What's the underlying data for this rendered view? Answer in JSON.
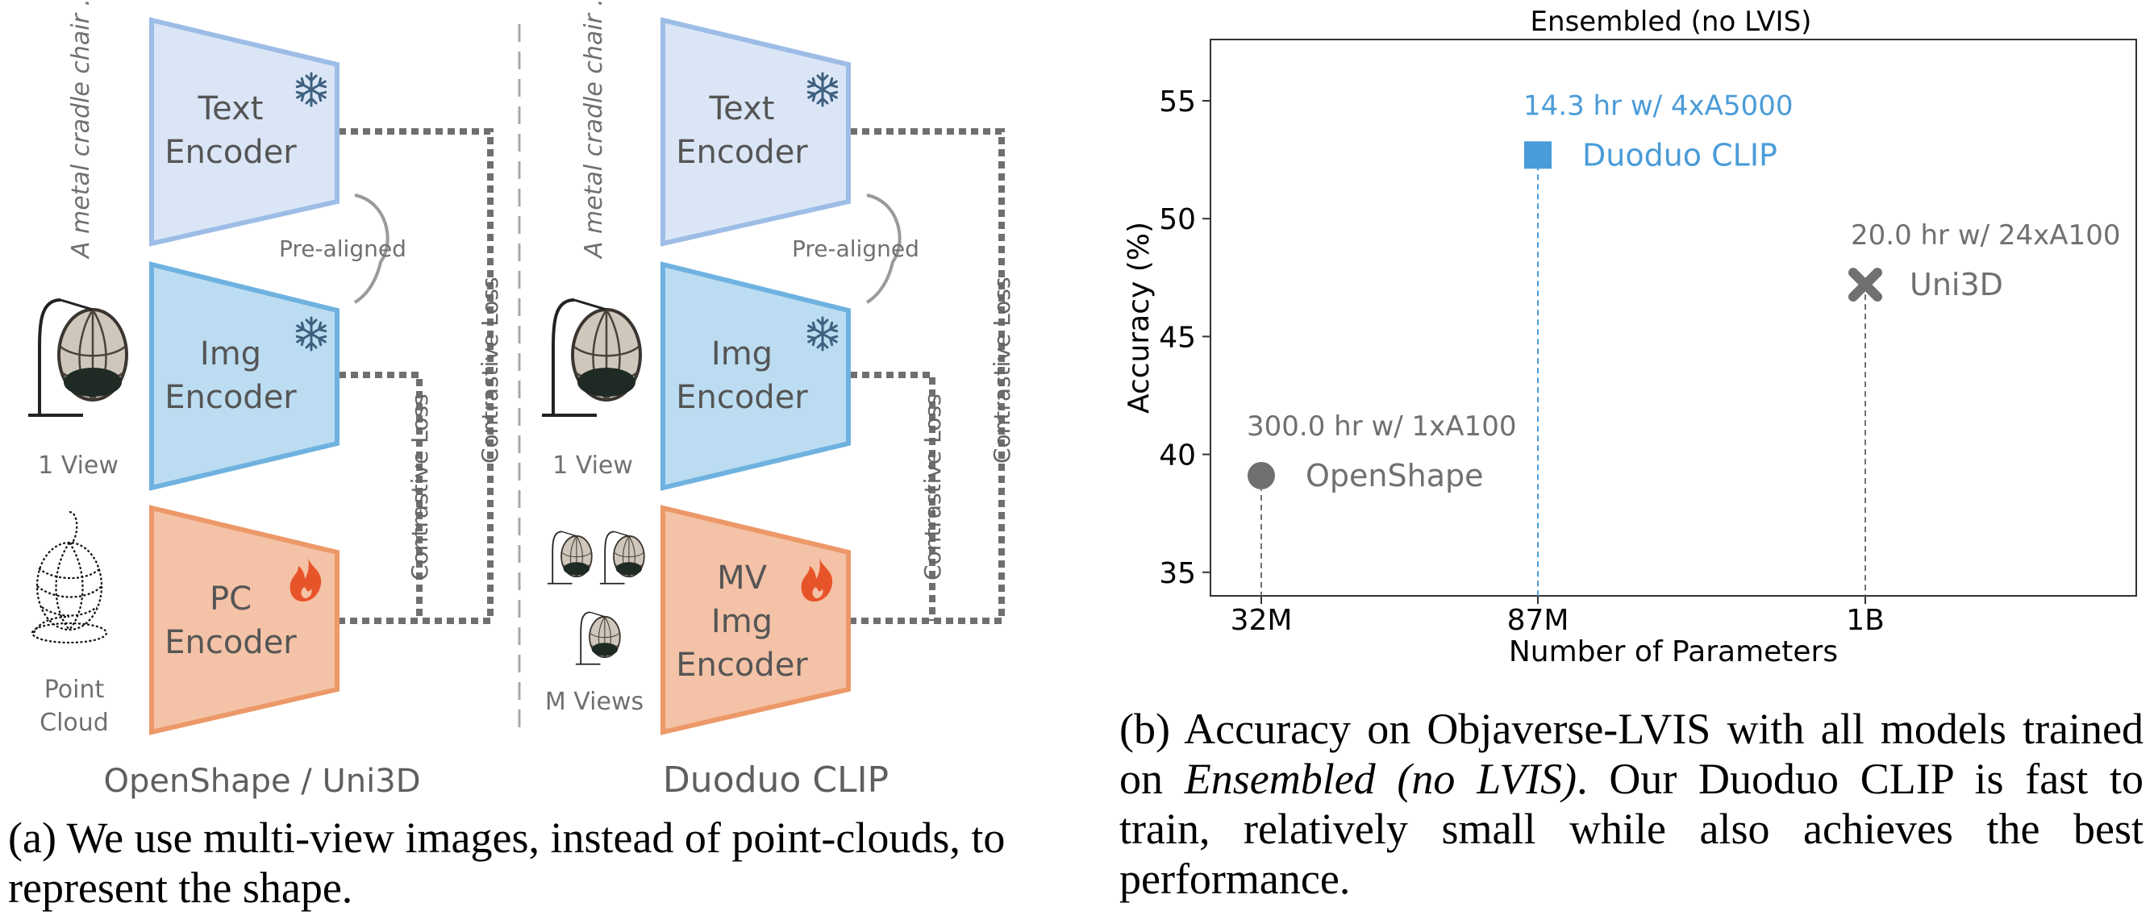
{
  "figure_a": {
    "panel_left_title": "OpenShape / Uni3D",
    "panel_right_title": "Duoduo CLIP",
    "text_prompt": "A metal cradle chair ..",
    "text_encoder_label": [
      "Text",
      "Encoder"
    ],
    "img_encoder_label": [
      "Img",
      "Encoder"
    ],
    "pc_encoder_label": [
      "PC",
      "Encoder"
    ],
    "mv_encoder_label": [
      "MV",
      "Img",
      "Encoder"
    ],
    "pre_aligned_label": "Pre-aligned",
    "contrastive_loss_label": "Contrastive Loss",
    "one_view_label": "1 View",
    "point_cloud_label": [
      "Point",
      "Cloud"
    ],
    "m_views_label": "M Views",
    "frozen_icon": "snowflake-icon",
    "trainable_icon": "flame-icon",
    "colors": {
      "text_encoder_fill": "#dae6f6",
      "text_encoder_stroke": "#9dbde6",
      "img_encoder_fill": "#bcdcf1",
      "img_encoder_stroke": "#6fb2e0",
      "pc_encoder_fill": "#f4c2a6",
      "pc_encoder_stroke": "#ec9868",
      "flame": "#e8542a",
      "snowflake": "#3e5f7e",
      "loss_line": "#6f6f6f"
    }
  },
  "caption_a": "(a) We use multi-view images, instead of point-clouds, to represent the shape.",
  "caption_b": {
    "part1": "(b) Accuracy on Objaverse-LVIS with all models trained on ",
    "italic": "Ensembled (no LVIS)",
    "part2": ". Our Duoduo CLIP is fast to train, relatively small while also achieves the best performance."
  },
  "chart_data": {
    "type": "scatter",
    "title": "Ensembled (no LVIS)",
    "xlabel": "Number of Parameters",
    "ylabel": "Accuracy (%)",
    "x_scale": "categorical",
    "categories": [
      "32M",
      "87M",
      "1B"
    ],
    "ylim": [
      34,
      57.6
    ],
    "yticks": [
      35,
      40,
      45,
      50,
      55
    ],
    "grid": false,
    "points": [
      {
        "name": "OpenShape",
        "x": "32M",
        "y": 39.1,
        "annotation": "300.0 hr w/ 1xA100",
        "marker": "circle",
        "color": "#707070"
      },
      {
        "name": "Duoduo CLIP",
        "x": "87M",
        "y": 52.7,
        "annotation": "14.3 hr w/ 4xA5000",
        "marker": "square",
        "color": "#4a9cd8"
      },
      {
        "name": "Uni3D",
        "x": "1B",
        "y": 47.2,
        "annotation": "20.0 hr w/ 24xA100",
        "marker": "x",
        "color": "#707070"
      }
    ]
  }
}
